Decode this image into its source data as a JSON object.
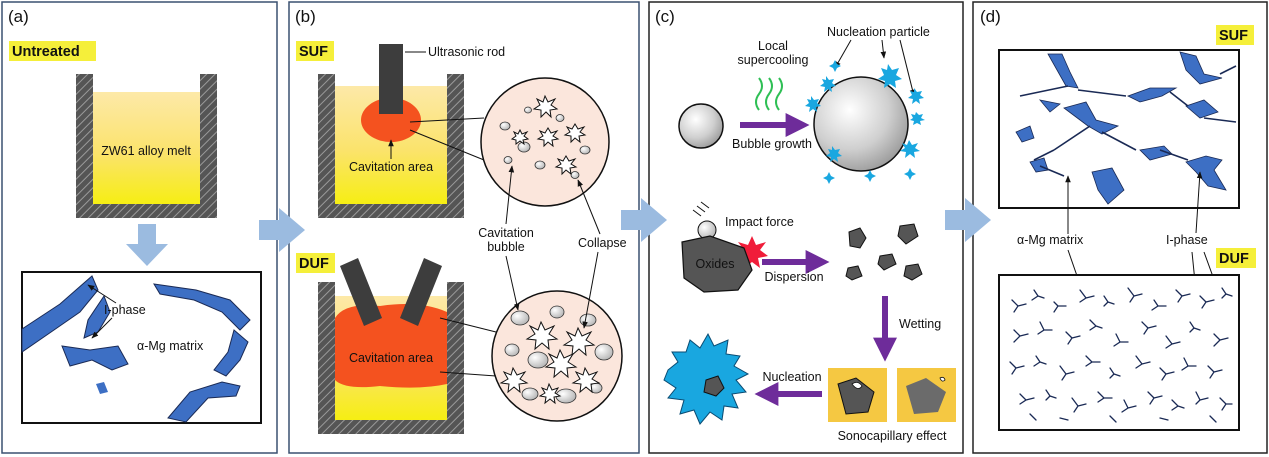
{
  "panels": {
    "a": {
      "label": "(a)",
      "tag": "Untreated",
      "melt": "ZW61 alloy melt",
      "iphase": "I-phase",
      "matrix": "α-Mg matrix"
    },
    "b": {
      "label": "(b)",
      "tag_suf": "SUF",
      "tag_duf": "DUF",
      "rod": "Ultrasonic rod",
      "cav_area": "Cavitation area",
      "cav_bubble_1": "Cavitation",
      "cav_bubble_2": "bubble",
      "collapse": "Collapse"
    },
    "c": {
      "label": "(c)",
      "nucleation_particle": "Nucleation particle",
      "local_1": "Local",
      "local_2": "supercooling",
      "bubble_growth": "Bubble growth",
      "impact": "Impact force",
      "oxides": "Oxides",
      "dispersion": "Dispersion",
      "wetting": "Wetting",
      "nucleation": "Nucleation",
      "sonocap": "Sonocapillary effect"
    },
    "d": {
      "label": "(d)",
      "tag_suf": "SUF",
      "tag_duf": "DUF",
      "matrix": "α-Mg matrix",
      "iphase": "I-phase"
    }
  },
  "colors": {
    "frame": "#3a5170",
    "tag_bg": "#f5ef3a",
    "arrow": "#9bbbe0",
    "iphase": "#3d6fc4",
    "cavitation": "#f4521f",
    "purple": "#6e2c9a",
    "particle": "#19a7e0"
  }
}
